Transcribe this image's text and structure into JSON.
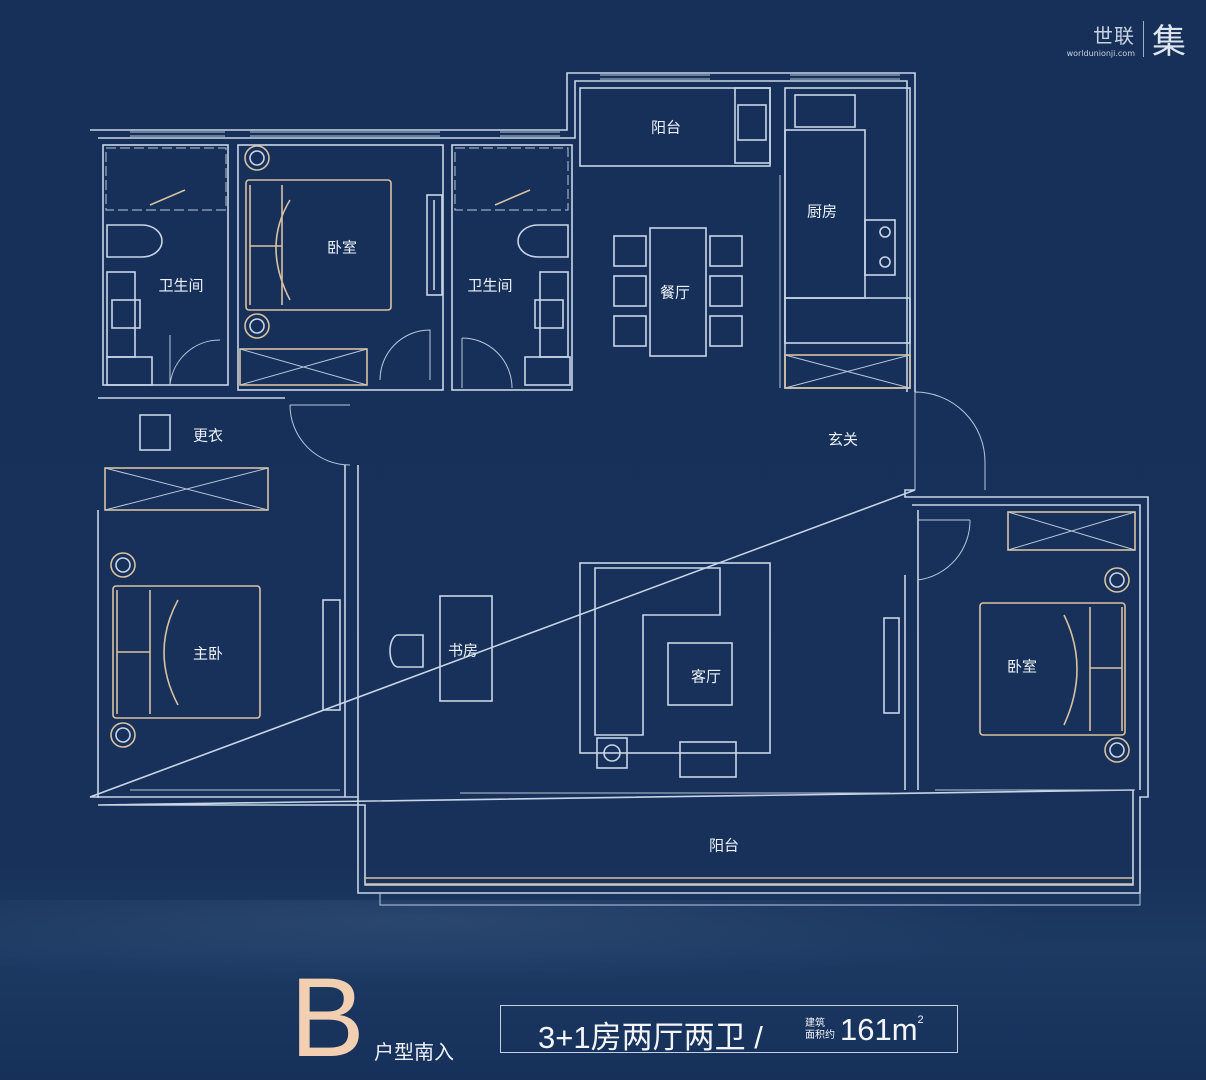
{
  "logo": {
    "brand": "世联",
    "site": "worldunionji.com",
    "mark": "集"
  },
  "rooms": {
    "bath_left": "卫生间",
    "bedroom_top": "卧室",
    "bath_mid": "卫生间",
    "balcony_top": "阳台",
    "kitchen": "厨房",
    "dining": "餐厅",
    "dressing": "更衣",
    "foyer": "玄关",
    "master_bedroom": "主卧",
    "study": "书房",
    "living": "客厅",
    "bedroom_right": "卧室",
    "balcony_bottom": "阳台"
  },
  "footer": {
    "type_letter": "B",
    "type_desc": "户型南入",
    "layout": "3+1房两厅两卫 /",
    "area_label_1": "建筑",
    "area_label_2": "面积约",
    "area_value": "161m",
    "area_unit_sup": "2"
  },
  "colors": {
    "background": "#16305a",
    "line": "#c9d5e6",
    "accent": "#f1cfb0"
  }
}
